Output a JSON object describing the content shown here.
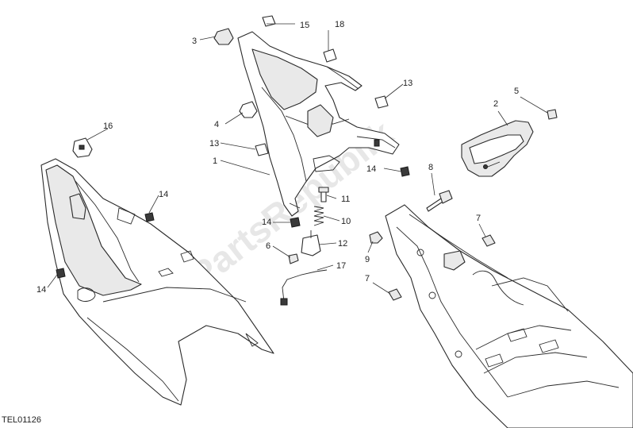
{
  "diagram": {
    "code": "TEL01126",
    "watermark": "PartsRepublik",
    "callouts": {
      "c1": "1",
      "c2": "2",
      "c3": "3",
      "c4": "4",
      "c5": "5",
      "c6": "6",
      "c7a": "7",
      "c7b": "7",
      "c8": "8",
      "c9": "9",
      "c10": "10",
      "c11": "11",
      "c12": "12",
      "c13a": "13",
      "c13b": "13",
      "c14a": "14",
      "c14b": "14",
      "c14c": "14",
      "c14d": "14",
      "c15": "15",
      "c16": "16",
      "c17": "17",
      "c18": "18"
    }
  }
}
